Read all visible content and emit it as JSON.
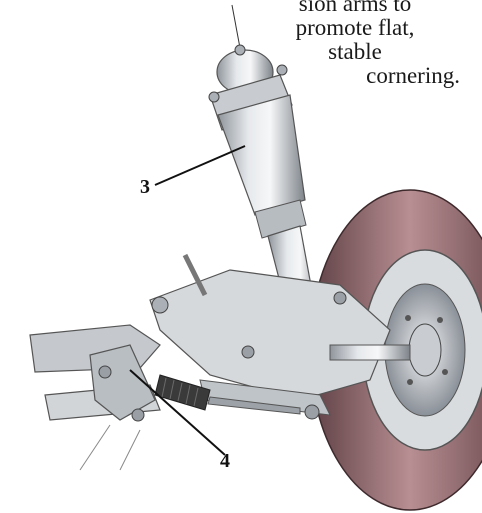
{
  "caption": {
    "line1": "sion arms to",
    "line2": "promote flat,",
    "line3": "stable",
    "line4": "cornering."
  },
  "callouts": {
    "three": "3",
    "four": "4"
  }
}
